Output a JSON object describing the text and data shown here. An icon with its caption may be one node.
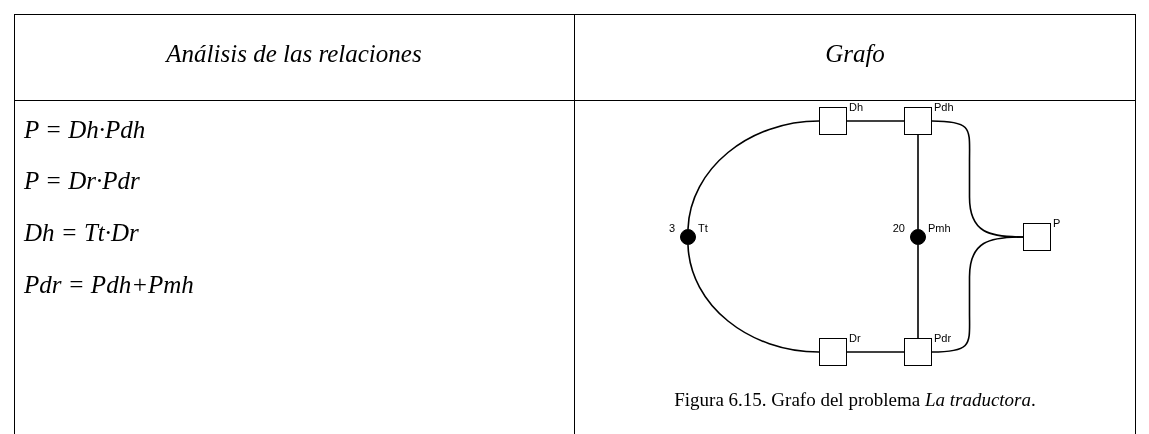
{
  "diagram": {
    "caption": "Figura 6.15. Grafo del problema *La traductora*.",
    "nodes": [
      {
        "text": [],
        "shape": "box",
        "beside": [
          "Dh"
        ]
      },
      {
        "text": [],
        "shape": "box",
        "beside": [
          "Pdh"
        ]
      },
      {
        "text": [],
        "shape": "circle",
        "beside": [
          "3",
          "Tt"
        ]
      },
      {
        "text": [],
        "shape": "circle",
        "beside": [
          "20",
          "Pmh"
        ]
      },
      {
        "text": [],
        "shape": "box",
        "beside": [
          "P"
        ]
      },
      {
        "text": [],
        "shape": "box",
        "beside": [
          "Dr"
        ]
      },
      {
        "text": [],
        "shape": "box",
        "beside": [
          "Pdr"
        ]
      }
    ],
    "edges": [
      {
        "from": 0,
        "to": 1,
        "arrow": "none"
      },
      {
        "from": 2,
        "to": 0,
        "arrow": "none"
      },
      {
        "from": 2,
        "to": 5,
        "arrow": "none"
      },
      {
        "from": 1,
        "to": 3,
        "arrow": "none"
      },
      {
        "from": 3,
        "to": 6,
        "arrow": "none"
      },
      {
        "from": 1,
        "to": 4,
        "arrow": "none"
      },
      {
        "from": 6,
        "to": 4,
        "arrow": "none"
      },
      {
        "from": 5,
        "to": 6,
        "arrow": "none"
      }
    ],
    "labels": [
      "Análisis de las relaciones",
      "Grafo",
      "P = Dh·Pdh",
      "P = Dr·Pdr",
      "Dh = Tt·Dr",
      "Pdr = Pdh+Pmh"
    ]
  }
}
